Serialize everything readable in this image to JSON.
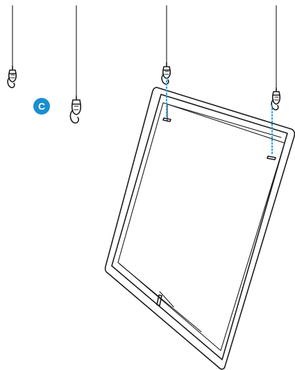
{
  "diagram": {
    "step_badge": {
      "label": "C",
      "color": "#1a8fd0"
    },
    "guide_color": "#1aa0d8",
    "line_color": "#1a1a1a",
    "hangers": [
      {
        "name": "hook-1"
      },
      {
        "name": "hook-2"
      },
      {
        "name": "hook-3"
      },
      {
        "name": "hook-4"
      }
    ],
    "frame": {
      "name": "tilted-frame"
    }
  }
}
